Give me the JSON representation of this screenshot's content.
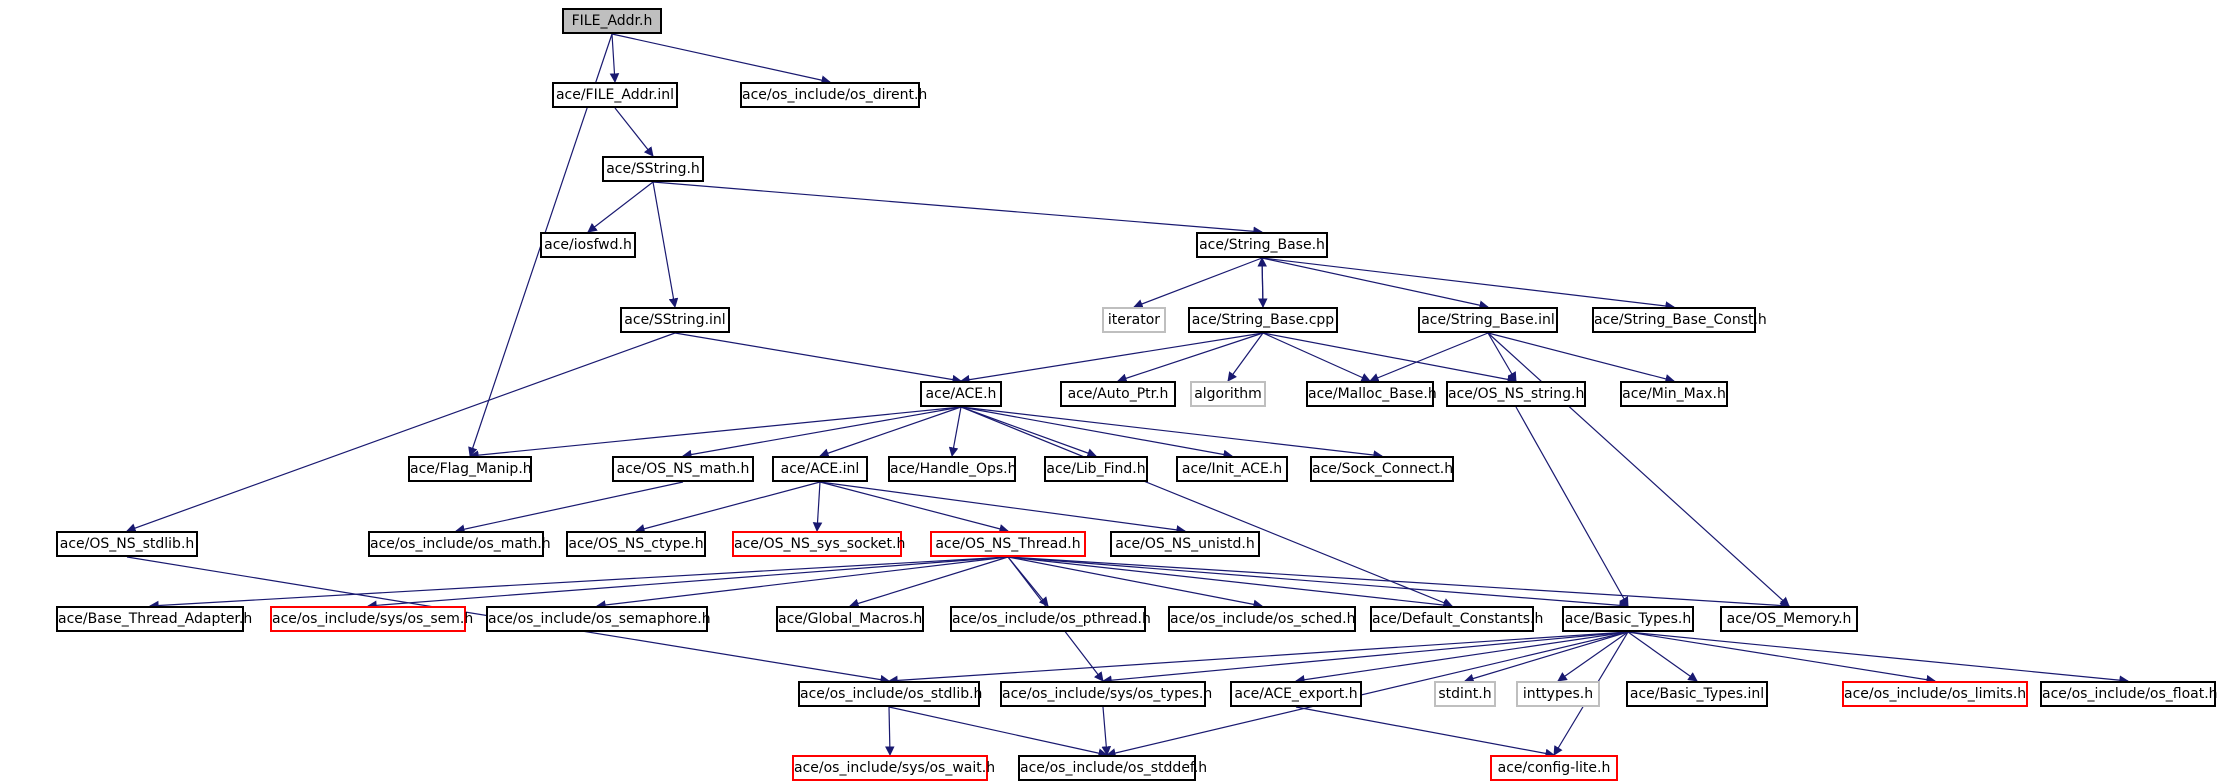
{
  "graph": {
    "nodes": [
      {
        "id": "file_addr_h",
        "label": "FILE_Addr.h",
        "style": "root"
      },
      {
        "id": "file_addr_inl",
        "label": "ace/FILE_Addr.inl",
        "style": "normal"
      },
      {
        "id": "os_dirent",
        "label": "ace/os_include/os_dirent.h",
        "style": "normal"
      },
      {
        "id": "sstring_h",
        "label": "ace/SString.h",
        "style": "normal"
      },
      {
        "id": "iosfwd",
        "label": "ace/iosfwd.h",
        "style": "normal"
      },
      {
        "id": "string_base_h",
        "label": "ace/String_Base.h",
        "style": "normal"
      },
      {
        "id": "iterator",
        "label": "iterator",
        "style": "gray"
      },
      {
        "id": "string_base_cpp",
        "label": "ace/String_Base.cpp",
        "style": "normal"
      },
      {
        "id": "string_base_inl",
        "label": "ace/String_Base.inl",
        "style": "normal"
      },
      {
        "id": "string_base_const",
        "label": "ace/String_Base_Const.h",
        "style": "normal"
      },
      {
        "id": "sstring_inl",
        "label": "ace/SString.inl",
        "style": "normal"
      },
      {
        "id": "ace_h",
        "label": "ace/ACE.h",
        "style": "normal"
      },
      {
        "id": "auto_ptr",
        "label": "ace/Auto_Ptr.h",
        "style": "normal"
      },
      {
        "id": "algorithm",
        "label": "algorithm",
        "style": "gray"
      },
      {
        "id": "malloc_base",
        "label": "ace/Malloc_Base.h",
        "style": "normal"
      },
      {
        "id": "os_ns_string",
        "label": "ace/OS_NS_string.h",
        "style": "normal"
      },
      {
        "id": "min_max",
        "label": "ace/Min_Max.h",
        "style": "normal"
      },
      {
        "id": "flag_manip",
        "label": "ace/Flag_Manip.h",
        "style": "normal"
      },
      {
        "id": "os_ns_math",
        "label": "ace/OS_NS_math.h",
        "style": "normal"
      },
      {
        "id": "ace_inl",
        "label": "ace/ACE.inl",
        "style": "normal"
      },
      {
        "id": "handle_ops",
        "label": "ace/Handle_Ops.h",
        "style": "normal"
      },
      {
        "id": "lib_find",
        "label": "ace/Lib_Find.h",
        "style": "normal"
      },
      {
        "id": "init_ace",
        "label": "ace/Init_ACE.h",
        "style": "normal"
      },
      {
        "id": "sock_connect",
        "label": "ace/Sock_Connect.h",
        "style": "normal"
      },
      {
        "id": "os_ns_stdlib",
        "label": "ace/OS_NS_stdlib.h",
        "style": "normal"
      },
      {
        "id": "os_math",
        "label": "ace/os_include/os_math.h",
        "style": "normal"
      },
      {
        "id": "os_ns_ctype",
        "label": "ace/OS_NS_ctype.h",
        "style": "normal"
      },
      {
        "id": "os_ns_sys_socket",
        "label": "ace/OS_NS_sys_socket.h",
        "style": "red"
      },
      {
        "id": "os_ns_thread",
        "label": "ace/OS_NS_Thread.h",
        "style": "red"
      },
      {
        "id": "os_ns_unistd",
        "label": "ace/OS_NS_unistd.h",
        "style": "normal"
      },
      {
        "id": "base_thread_adapter",
        "label": "ace/Base_Thread_Adapter.h",
        "style": "normal"
      },
      {
        "id": "os_sem",
        "label": "ace/os_include/sys/os_sem.h",
        "style": "red"
      },
      {
        "id": "os_semaphore",
        "label": "ace/os_include/os_semaphore.h",
        "style": "normal"
      },
      {
        "id": "global_macros",
        "label": "ace/Global_Macros.h",
        "style": "normal"
      },
      {
        "id": "os_pthread",
        "label": "ace/os_include/os_pthread.h",
        "style": "normal"
      },
      {
        "id": "os_sched",
        "label": "ace/os_include/os_sched.h",
        "style": "normal"
      },
      {
        "id": "default_constants",
        "label": "ace/Default_Constants.h",
        "style": "normal"
      },
      {
        "id": "basic_types",
        "label": "ace/Basic_Types.h",
        "style": "normal"
      },
      {
        "id": "os_memory",
        "label": "ace/OS_Memory.h",
        "style": "normal"
      },
      {
        "id": "os_stdlib",
        "label": "ace/os_include/os_stdlib.h",
        "style": "normal"
      },
      {
        "id": "os_types",
        "label": "ace/os_include/sys/os_types.h",
        "style": "normal"
      },
      {
        "id": "ace_export",
        "label": "ace/ACE_export.h",
        "style": "normal"
      },
      {
        "id": "stdint",
        "label": "stdint.h",
        "style": "gray"
      },
      {
        "id": "inttypes",
        "label": "inttypes.h",
        "style": "gray"
      },
      {
        "id": "basic_types_inl",
        "label": "ace/Basic_Types.inl",
        "style": "normal"
      },
      {
        "id": "os_limits",
        "label": "ace/os_include/os_limits.h",
        "style": "red"
      },
      {
        "id": "os_float",
        "label": "ace/os_include/os_float.h",
        "style": "normal"
      },
      {
        "id": "os_wait",
        "label": "ace/os_include/sys/os_wait.h",
        "style": "red"
      },
      {
        "id": "os_stddef",
        "label": "ace/os_include/os_stddef.h",
        "style": "normal"
      },
      {
        "id": "config_lite",
        "label": "ace/config-lite.h",
        "style": "red"
      }
    ],
    "edges": [
      [
        "file_addr_h",
        "file_addr_inl"
      ],
      [
        "file_addr_h",
        "os_dirent"
      ],
      [
        "file_addr_h",
        "flag_manip"
      ],
      [
        "file_addr_inl",
        "sstring_h"
      ],
      [
        "sstring_h",
        "iosfwd"
      ],
      [
        "sstring_h",
        "string_base_h"
      ],
      [
        "sstring_h",
        "sstring_inl"
      ],
      [
        "string_base_h",
        "iterator"
      ],
      [
        "string_base_h",
        "string_base_cpp"
      ],
      [
        "string_base_cpp",
        "string_base_h"
      ],
      [
        "string_base_h",
        "string_base_inl"
      ],
      [
        "string_base_h",
        "string_base_const"
      ],
      [
        "string_base_cpp",
        "ace_h"
      ],
      [
        "string_base_cpp",
        "auto_ptr"
      ],
      [
        "string_base_cpp",
        "algorithm"
      ],
      [
        "string_base_cpp",
        "malloc_base"
      ],
      [
        "string_base_cpp",
        "os_ns_string"
      ],
      [
        "string_base_inl",
        "malloc_base"
      ],
      [
        "string_base_inl",
        "os_ns_string"
      ],
      [
        "string_base_inl",
        "min_max"
      ],
      [
        "string_base_inl",
        "os_memory"
      ],
      [
        "sstring_inl",
        "ace_h"
      ],
      [
        "sstring_inl",
        "os_ns_stdlib"
      ],
      [
        "ace_h",
        "flag_manip"
      ],
      [
        "ace_h",
        "os_ns_math"
      ],
      [
        "ace_h",
        "ace_inl"
      ],
      [
        "ace_h",
        "handle_ops"
      ],
      [
        "ace_h",
        "lib_find"
      ],
      [
        "ace_h",
        "init_ace"
      ],
      [
        "ace_h",
        "sock_connect"
      ],
      [
        "ace_h",
        "default_constants"
      ],
      [
        "os_ns_math",
        "os_math"
      ],
      [
        "ace_inl",
        "os_ns_ctype"
      ],
      [
        "ace_inl",
        "os_ns_sys_socket"
      ],
      [
        "ace_inl",
        "os_ns_thread"
      ],
      [
        "ace_inl",
        "os_ns_unistd"
      ],
      [
        "os_ns_string",
        "basic_types"
      ],
      [
        "os_ns_stdlib",
        "os_stdlib"
      ],
      [
        "os_ns_thread",
        "base_thread_adapter"
      ],
      [
        "os_ns_thread",
        "os_sem"
      ],
      [
        "os_ns_thread",
        "os_semaphore"
      ],
      [
        "os_ns_thread",
        "global_macros"
      ],
      [
        "os_ns_thread",
        "os_pthread"
      ],
      [
        "os_ns_thread",
        "os_sched"
      ],
      [
        "os_ns_thread",
        "default_constants"
      ],
      [
        "os_ns_thread",
        "basic_types"
      ],
      [
        "os_ns_thread",
        "os_memory"
      ],
      [
        "os_ns_thread",
        "os_types"
      ],
      [
        "basic_types",
        "os_stdlib"
      ],
      [
        "basic_types",
        "os_types"
      ],
      [
        "basic_types",
        "ace_export"
      ],
      [
        "basic_types",
        "stdint"
      ],
      [
        "basic_types",
        "inttypes"
      ],
      [
        "basic_types",
        "basic_types_inl"
      ],
      [
        "basic_types",
        "os_limits"
      ],
      [
        "basic_types",
        "os_float"
      ],
      [
        "basic_types",
        "os_stddef"
      ],
      [
        "basic_types",
        "config_lite"
      ],
      [
        "os_stdlib",
        "os_wait"
      ],
      [
        "os_stdlib",
        "os_stddef"
      ],
      [
        "os_types",
        "os_stddef"
      ],
      [
        "ace_export",
        "config_lite"
      ]
    ],
    "colors": {
      "edge": "#191970",
      "node_border": "#000000",
      "node_border_incomplete": "#ff0000",
      "node_border_external": "#bfbfbf",
      "root_fill": "#bfbfbf"
    }
  }
}
